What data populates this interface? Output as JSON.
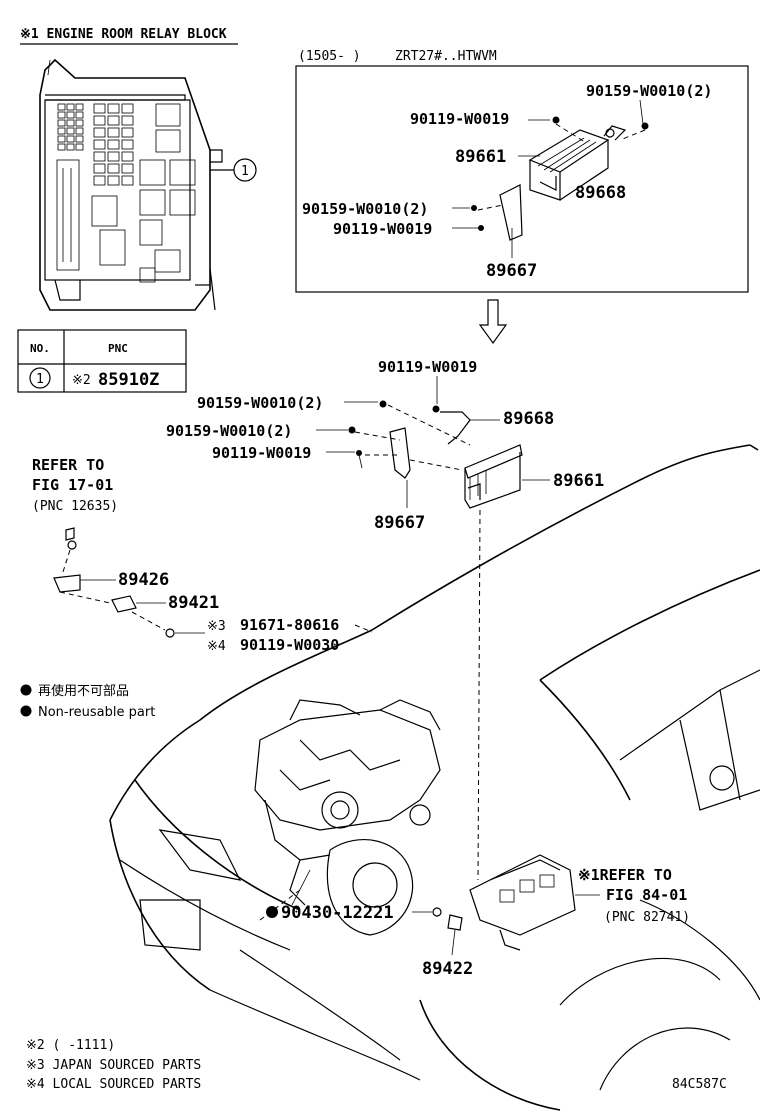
{
  "relay_block": {
    "title": "※1 ENGINE ROOM RELAY BLOCK",
    "callout": "1"
  },
  "pnc_table": {
    "headers": [
      "NO.",
      "PNC"
    ],
    "rows": [
      {
        "no": "1",
        "note": "※2",
        "pnc": "85910Z"
      }
    ]
  },
  "inset": {
    "range": "(1505-      )",
    "model": "ZRT27#..HTWVM",
    "parts": {
      "p90159_top": "90159-W0010(2)",
      "p90119_top": "90119-W0019",
      "p89661": "89661",
      "p89668": "89668",
      "p90159_mid": "90159-W0010(2)",
      "p90119_mid": "90119-W0019",
      "p89667": "89667"
    }
  },
  "main_parts": {
    "p90119_a": "90119-W0019",
    "p90159_a": "90159-W0010(2)",
    "p89668": "89668",
    "p90159_b": "90159-W0010(2)",
    "p89661": "89661",
    "p90119_b": "90119-W0019",
    "p89667": "89667",
    "p89426": "89426",
    "p89421": "89421",
    "p91671": "91671-80616",
    "p91671_note": "※3",
    "p90119_c": "90119-W0030",
    "p90119_c_note": "※4",
    "p90430": "90430-12221",
    "p89422": "89422"
  },
  "refer_left": {
    "line1": "REFER TO",
    "line2": "FIG 17-01",
    "line3": "(PNC 12635)"
  },
  "refer_right": {
    "line1": "※1REFER TO",
    "line2": "FIG 84-01",
    "line3": "(PNC 82741)"
  },
  "legend": {
    "jp": "再使用不可部品",
    "en": "Non-reusable part"
  },
  "footnotes": {
    "n2": "※2 (      -1111)",
    "n3": "※3 JAPAN SOURCED PARTS",
    "n4": "※4 LOCAL SOURCED PARTS"
  },
  "figure_code": "84C587C"
}
